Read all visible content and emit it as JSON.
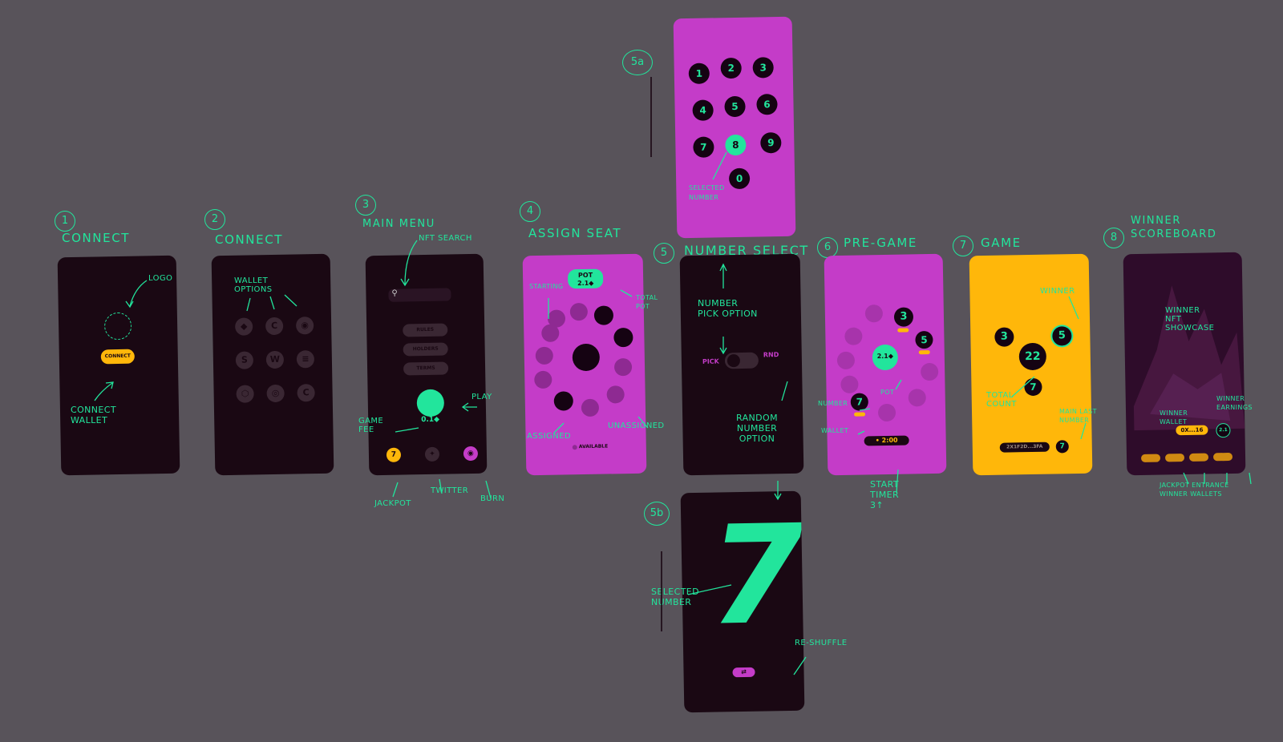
{
  "colors": {
    "background": "#58535a",
    "dark": "#1a0813",
    "magenta": "#c43cc8",
    "gold": "#ffb70a",
    "green": "#22e59c"
  },
  "steps": {
    "s1": {
      "num": "1",
      "title": "CONNECT"
    },
    "s2": {
      "num": "2",
      "title": "CONNECT"
    },
    "s3": {
      "num": "3",
      "title": "MAIN MENU"
    },
    "s4": {
      "num": "4",
      "title": "ASSIGN SEAT"
    },
    "s5": {
      "num": "5",
      "title": "NUMBER SELECT"
    },
    "s5a": {
      "num": "5a"
    },
    "s5b": {
      "num": "5b"
    },
    "s6": {
      "num": "6",
      "title": "PRE-GAME"
    },
    "s7": {
      "num": "7",
      "title": "GAME"
    },
    "s8": {
      "num": "8",
      "title": "WINNER\nSCOREBOARD"
    }
  },
  "screen1": {
    "connect_button": "CONNECT",
    "notes": {
      "logo": "LOGO",
      "connect_wallet": "CONNECT\nWALLET"
    }
  },
  "screen2": {
    "wallet_icons": [
      "◆",
      "C",
      "◉",
      "S",
      "W",
      "≡",
      "⬡",
      "◎",
      "C"
    ],
    "notes": {
      "wallet_options": "WALLET\nOPTIONS"
    }
  },
  "screen3": {
    "search_icon": "⚲",
    "menu": [
      "RULES",
      "HOLDERS",
      "TERMS"
    ],
    "fee": "0.1◆",
    "bottom_icons": [
      "7",
      "✦",
      "◉"
    ],
    "notes": {
      "nft_search": "NFT SEARCH",
      "play": "PLAY",
      "game_fee": "GAME\nFEE",
      "jackpot": "JACKPOT",
      "twitter": "TWITTER",
      "burn": "BURN"
    }
  },
  "screen4": {
    "pot_label": "POT\n2.1◆",
    "available": "AVAILABLE",
    "notes": {
      "starting": "STARTING",
      "total_pot": "TOTAL\nPOT",
      "assigned": "ASSIGNED",
      "unassigned": "UNASSIGNED"
    }
  },
  "screen5": {
    "pick": "PICK",
    "rnd": "RND",
    "notes": {
      "number_pick_option": "NUMBER\nPICK OPTION",
      "random_number_option": "RANDOM\nNUMBER\nOPTION"
    }
  },
  "screen5a": {
    "keys": [
      "1",
      "2",
      "3",
      "4",
      "5",
      "6",
      "7",
      "8",
      "9",
      "0"
    ],
    "selected": "8",
    "notes": {
      "selected_number": "SELECTED\nNUMBER"
    }
  },
  "screen5b": {
    "number": "7",
    "reshuffle_icon": "⇄",
    "notes": {
      "selected_number": "SELECTED\nNUMBER",
      "reshuffle": "RE-SHUFFLE"
    }
  },
  "screen6": {
    "seat_a": "3",
    "seat_b": "5",
    "seat_c": "7",
    "pot": "2.1◆",
    "timer": "• 2:00",
    "notes": {
      "number": "NUMBER",
      "wallet": "WALLET",
      "pot": "POT",
      "start_timer": "START\nTIMER\n3↑"
    }
  },
  "screen7": {
    "seat_a": "3",
    "seat_b": "5",
    "seat_c": "7",
    "count": "22",
    "wallet_bar": "2x1f2d...3fa",
    "last": "7",
    "notes": {
      "winner": "WINNER",
      "total_count": "TOTAL\nCOUNT",
      "main_last_number": "MAIN LAST\nNUMBER"
    }
  },
  "screen8": {
    "wallet": "0X...16",
    "earnings": "2.1",
    "notes": {
      "winner_nft_showcase": "WINNER\nNFT\nSHOWCASE",
      "winner_wallet": "WINNER\nWALLET",
      "winner_earnings": "WINNER\nEARNINGS",
      "jackpot_winner_wallets": "JACKPOT ENTRANCE\nWINNER WALLETS"
    }
  }
}
